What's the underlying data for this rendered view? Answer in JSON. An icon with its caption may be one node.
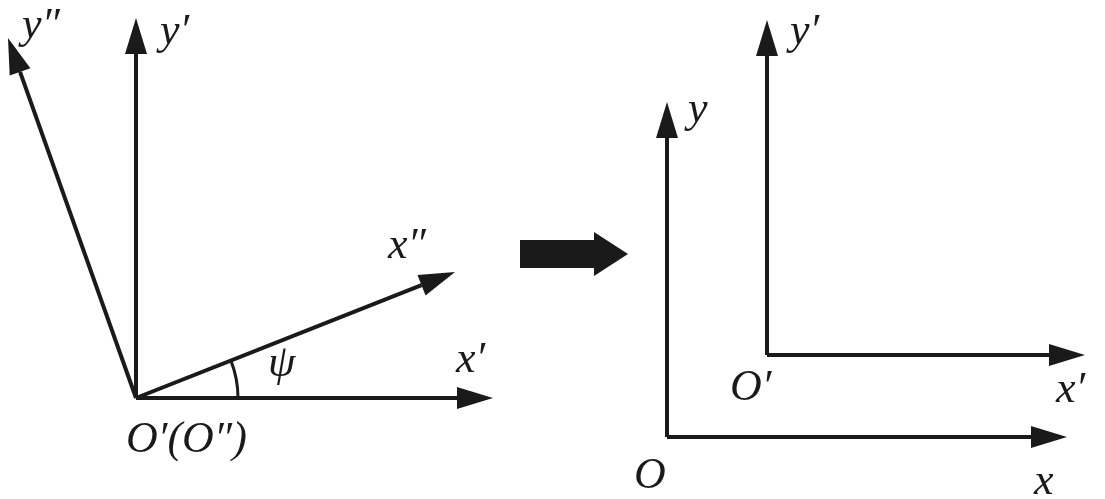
{
  "diagram": {
    "labels": [
      "y″",
      "y′",
      "x″",
      "ψ",
      "x′",
      "O′(O″)",
      "y′",
      "y",
      "x′",
      "O′",
      "O",
      "x"
    ]
  }
}
